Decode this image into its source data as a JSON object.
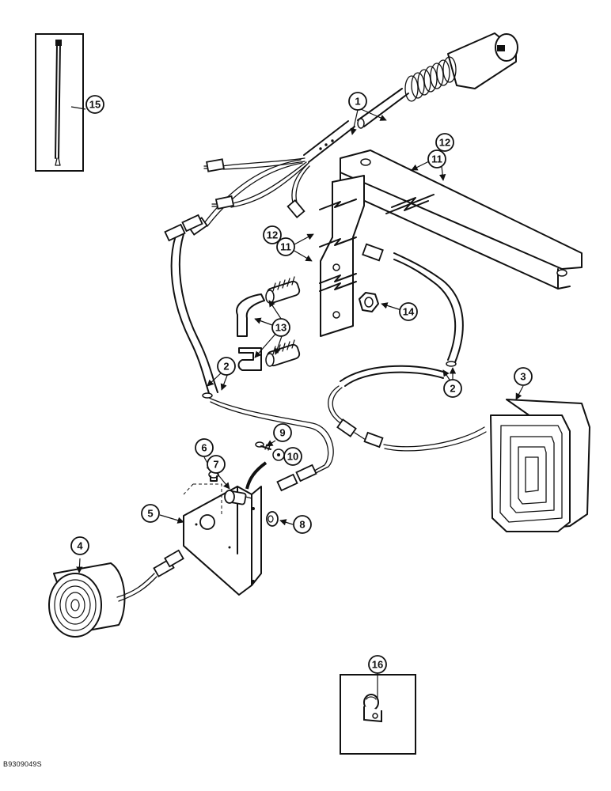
{
  "diagram": {
    "callouts": [
      "1",
      "2",
      "3",
      "4",
      "5",
      "6",
      "7",
      "8",
      "9",
      "10",
      "11",
      "12",
      "13",
      "14",
      "15",
      "16"
    ],
    "reference_code": "B9309049S"
  }
}
